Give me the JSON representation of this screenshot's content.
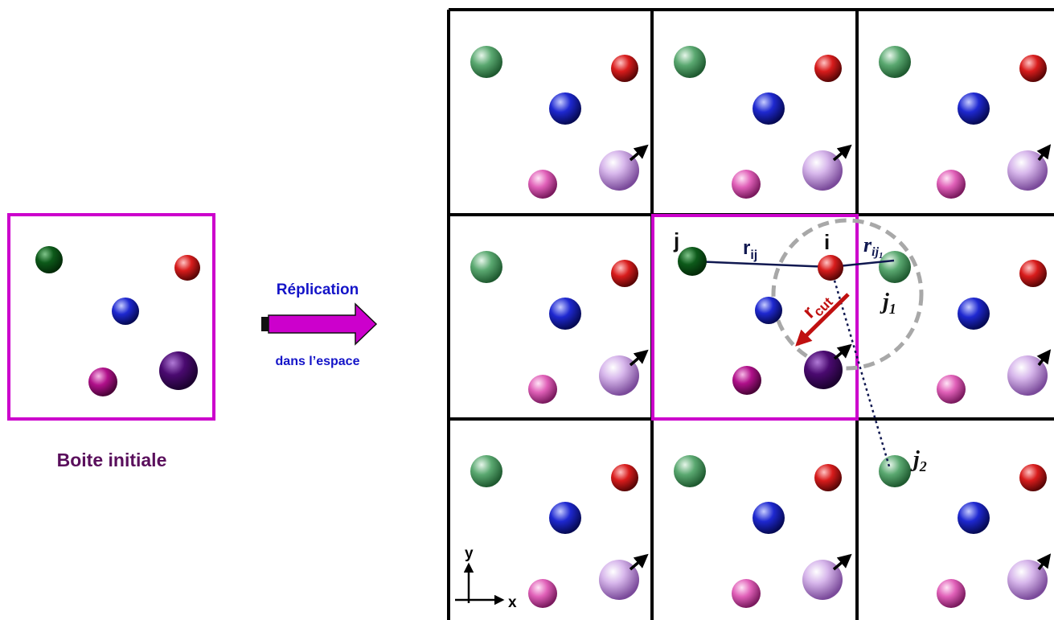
{
  "left_box": {
    "caption": "Boite initiale",
    "caption_color": "#5a0f5c",
    "frame_color": "#cc00cc"
  },
  "arrow": {
    "top_label": "Réplication",
    "bottom_label": "dans l’espace",
    "label_color": "#1414c8",
    "fill_color": "#cc00cc"
  },
  "labels": {
    "j": "j",
    "i": "i",
    "r_ij": "r",
    "r_ij_sub": "ij",
    "r_ij1": "r",
    "r_ij1_sub": "ij",
    "j1": "j",
    "j1_sub": "1",
    "j2": "j",
    "j2_sub": "2",
    "r_cut": "r",
    "r_cut_sub": "cut",
    "axis_x": "x",
    "axis_y": "y"
  },
  "colors": {
    "dark_green": "#0d5a1a",
    "green": "#5aa870",
    "red": "#d81c1c",
    "blue": "#1e28d0",
    "magenta": "#b0108a",
    "pink": "#e060b8",
    "purple": "#4a0a70",
    "lavender": "#c8a0e0",
    "cutoff": "#a8a8a8",
    "bond": "#101850",
    "rcut_arrow": "#c01010"
  },
  "icons": [
    "velocity-arrow-icon",
    "axes-icon"
  ]
}
